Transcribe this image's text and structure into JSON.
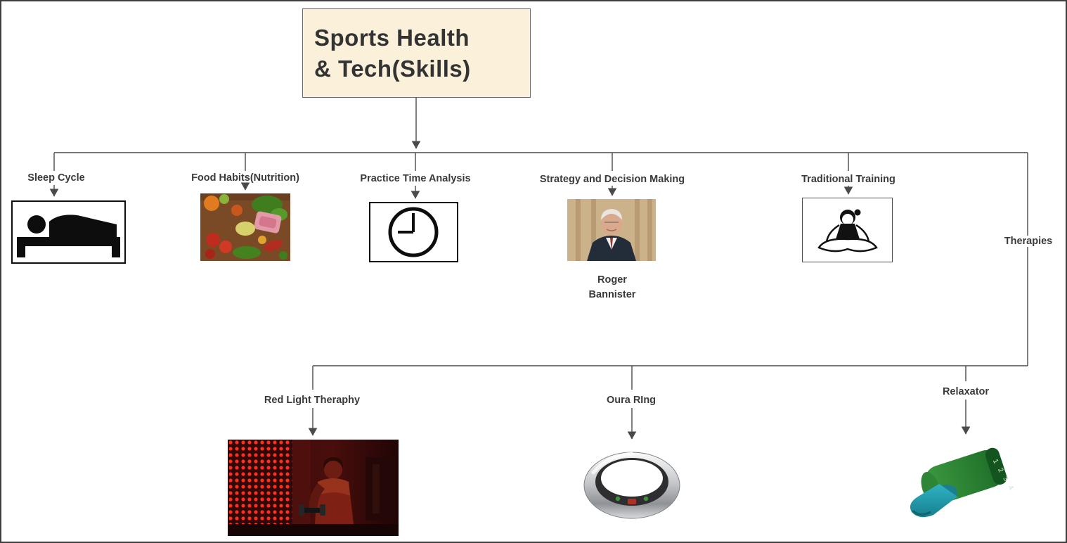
{
  "root": {
    "title_line1": "Sports Health",
    "title_line2": "& Tech(Skills)"
  },
  "branches": [
    {
      "label": "Sleep Cycle",
      "image": "bed-pictogram"
    },
    {
      "label": "Food Habits(Nutrition)",
      "image": "food-collage-photo"
    },
    {
      "label": "Practice Time Analysis",
      "image": "clock-pictogram"
    },
    {
      "label": "Strategy and Decision Making",
      "image": "roger-bannister-photo",
      "caption": "Roger Bannister"
    },
    {
      "label": "Traditional Training",
      "image": "meditation-pictogram"
    }
  ],
  "therapies": {
    "label": "Therapies",
    "children": [
      {
        "label": "Red Light Theraphy",
        "image": "red-light-therapy-photo"
      },
      {
        "label": "Oura RIng",
        "image": "oura-ring-photo"
      },
      {
        "label": "Relaxator",
        "image": "relaxator-device-photo",
        "marks": "1 2 3 4"
      }
    ]
  },
  "colors": {
    "root_fill": "#FBF1DA",
    "line": "#4A4A4A",
    "text": "#3A3A3A"
  }
}
